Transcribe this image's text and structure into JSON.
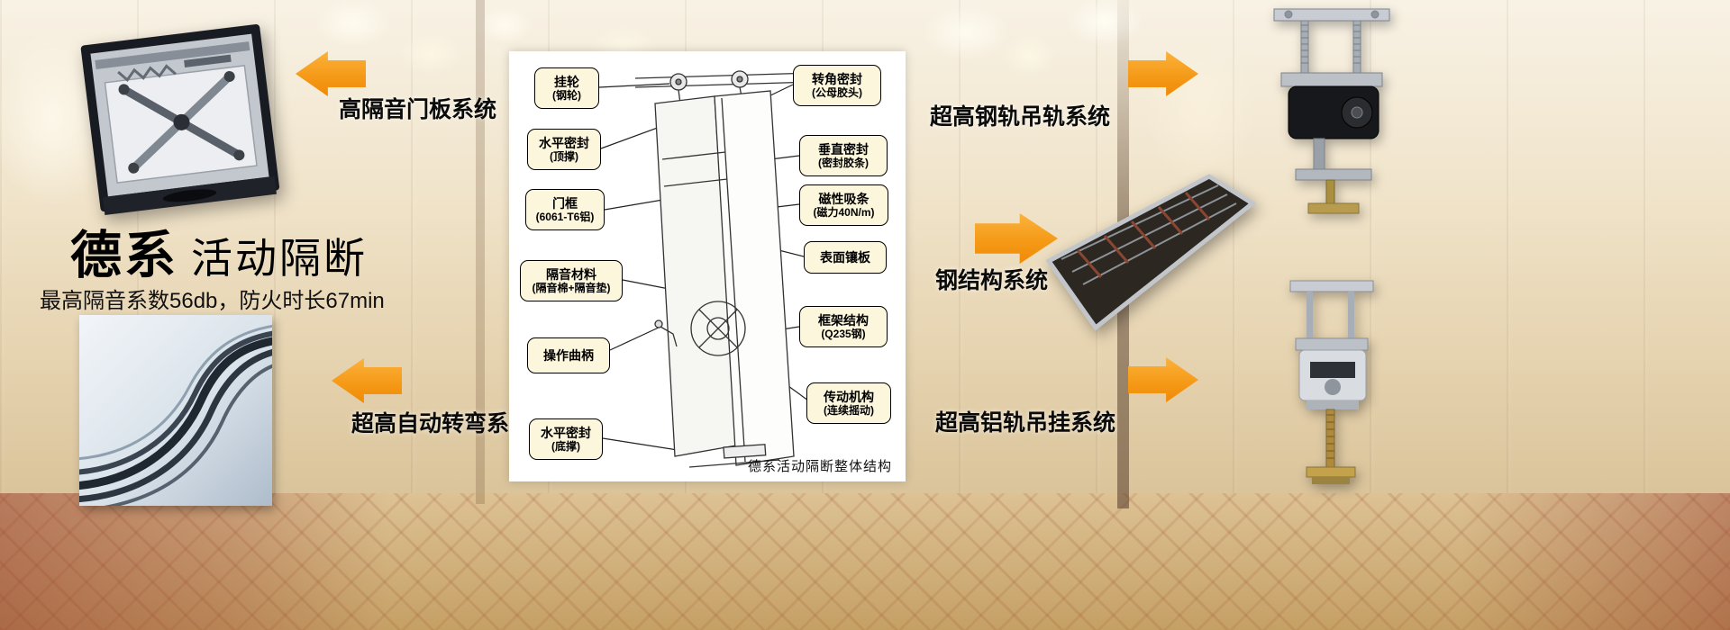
{
  "brand": {
    "title": "德系",
    "suffix": "活动隔断",
    "tagline": "最高隔音系数56db，防火时长67min"
  },
  "systems": {
    "door_panel": "高隔音门板系统",
    "auto_turn": "超高自动转弯系统",
    "steel_rail": "超高钢轨吊轨系统",
    "steel_structure": "钢结构系统",
    "alu_rail": "超高铝轨吊挂系统"
  },
  "diagram": {
    "caption": "德系活动隔断整体结构",
    "left_labels": [
      {
        "t": "挂轮",
        "s": "(钢轮)"
      },
      {
        "t": "水平密封",
        "s": "(顶撑)"
      },
      {
        "t": "门框",
        "s": "(6061-T6铝)"
      },
      {
        "t": "隔音材料",
        "s": "(隔音棉+隔音垫)"
      },
      {
        "t": "操作曲柄",
        "s": ""
      },
      {
        "t": "水平密封",
        "s": "(底撑)"
      }
    ],
    "right_labels": [
      {
        "t": "转角密封",
        "s": "(公母胶头)"
      },
      {
        "t": "垂直密封",
        "s": "(密封胶条)"
      },
      {
        "t": "磁性吸条",
        "s": "(磁力40N/m)"
      },
      {
        "t": "表面镶板",
        "s": ""
      },
      {
        "t": "框架结构",
        "s": "(Q235钢)"
      },
      {
        "t": "传动机构",
        "s": "(连续摇动)"
      }
    ]
  },
  "colors": {
    "arrow_orange": "#F79A1A",
    "callout_bg": "#FCF6DC",
    "callout_border": "#000000"
  }
}
